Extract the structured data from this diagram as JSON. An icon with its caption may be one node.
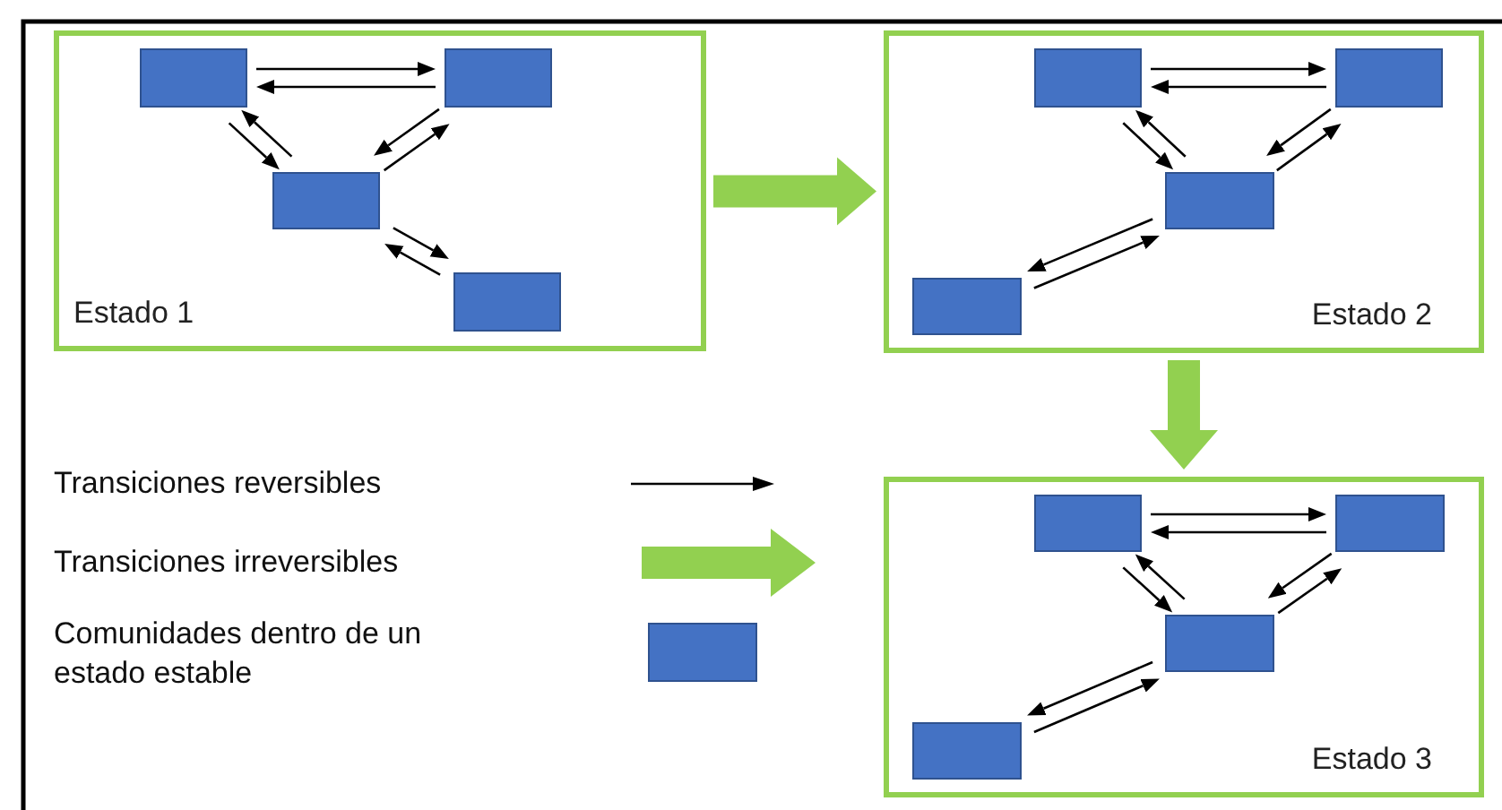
{
  "diagram": {
    "nodes": [
      {
        "text": [
          "Estado 1"
        ]
      },
      {
        "text": [],
        "shape": "box",
        "in": 0
      },
      {
        "text": [],
        "shape": "box",
        "in": 0
      },
      {
        "text": [],
        "shape": "box",
        "in": 0
      },
      {
        "text": [],
        "shape": "box",
        "in": 0
      },
      {
        "text": [
          "Estado 2"
        ]
      },
      {
        "text": [],
        "shape": "box",
        "in": 5
      },
      {
        "text": [],
        "shape": "box",
        "in": 5
      },
      {
        "text": [],
        "shape": "box",
        "in": 5
      },
      {
        "text": [],
        "shape": "box",
        "in": 5
      },
      {
        "text": [
          "Estado 3"
        ]
      },
      {
        "text": [],
        "shape": "box",
        "in": 10
      },
      {
        "text": [],
        "shape": "box",
        "in": 10
      },
      {
        "text": [],
        "shape": "box",
        "in": 10
      },
      {
        "text": [],
        "shape": "box",
        "in": 10
      }
    ],
    "edges": [
      {
        "from": 1,
        "to": 2,
        "arrow": "to"
      },
      {
        "from": 2,
        "to": 1,
        "arrow": "to"
      },
      {
        "from": 1,
        "to": 3,
        "arrow": "to"
      },
      {
        "from": 3,
        "to": 1,
        "arrow": "to"
      },
      {
        "from": 2,
        "to": 3,
        "arrow": "to"
      },
      {
        "from": 3,
        "to": 2,
        "arrow": "to"
      },
      {
        "from": 3,
        "to": 4,
        "arrow": "to"
      },
      {
        "from": 4,
        "to": 3,
        "arrow": "to"
      },
      {
        "from": 6,
        "to": 7,
        "arrow": "to"
      },
      {
        "from": 7,
        "to": 6,
        "arrow": "to"
      },
      {
        "from": 6,
        "to": 8,
        "arrow": "to"
      },
      {
        "from": 8,
        "to": 6,
        "arrow": "to"
      },
      {
        "from": 7,
        "to": 8,
        "arrow": "to"
      },
      {
        "from": 8,
        "to": 7,
        "arrow": "to"
      },
      {
        "from": 8,
        "to": 9,
        "arrow": "to"
      },
      {
        "from": 9,
        "to": 8,
        "arrow": "to"
      },
      {
        "from": 11,
        "to": 12,
        "arrow": "to"
      },
      {
        "from": 12,
        "to": 11,
        "arrow": "to"
      },
      {
        "from": 11,
        "to": 13,
        "arrow": "to"
      },
      {
        "from": 13,
        "to": 11,
        "arrow": "to"
      },
      {
        "from": 12,
        "to": 13,
        "arrow": "to"
      },
      {
        "from": 13,
        "to": 12,
        "arrow": "to"
      },
      {
        "from": 13,
        "to": 14,
        "arrow": "to"
      },
      {
        "from": 14,
        "to": 13,
        "arrow": "to"
      },
      {
        "from": 0,
        "to": 5,
        "arrow": "to",
        "style": "thick",
        "color": "#92d050"
      },
      {
        "from": 5,
        "to": 10,
        "arrow": "to",
        "style": "thick",
        "color": "#92d050"
      }
    ],
    "legend": [
      {
        "text": "Transiciones reversibles"
      },
      {
        "text": "Transiciones irreversibles"
      },
      {
        "text": "Comunidades dentro de un estado estable",
        "color": "#4472c4"
      }
    ]
  }
}
